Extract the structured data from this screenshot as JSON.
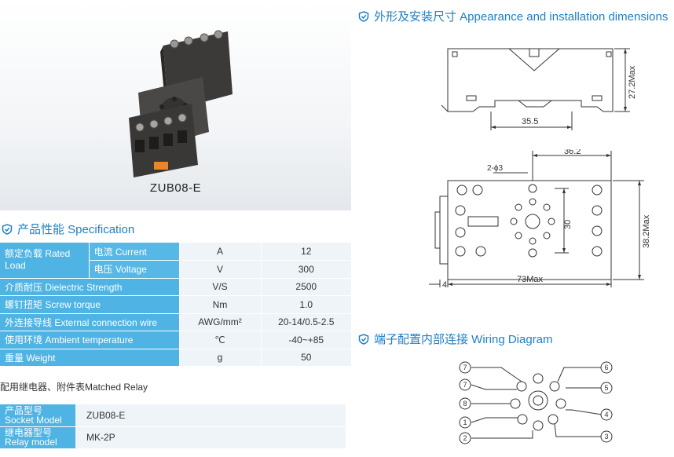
{
  "product": {
    "caption": "ZUB08-E"
  },
  "sections": {
    "specification": "产品性能 Specification",
    "dimensions": "外形及安装尺寸 Appearance and installation dimensions",
    "wiring": "端子配置内部连接 Wiring Diagram"
  },
  "spec": {
    "rated_load_label": "额定负载 Rated Load",
    "current_label": "电流 Current",
    "current_unit": "A",
    "current_value": "12",
    "voltage_label": "电压 Voltage",
    "voltage_unit": "V",
    "voltage_value": "300",
    "rows": [
      {
        "label": "介质耐压 Dielectric Strength",
        "unit": "V/S",
        "value": "2500"
      },
      {
        "label": "螺钉扭矩 Screw torque",
        "unit": "Nm",
        "value": "1.0"
      },
      {
        "label": "外连接导线 External connection wire",
        "unit": "AWG/mm²",
        "value": "20-14/0.5-2.5"
      },
      {
        "label": "使用环境 Ambient temperature",
        "unit": "℃",
        "value": "-40~+85"
      },
      {
        "label": "重量 Weight",
        "unit": "g",
        "value": "50"
      }
    ]
  },
  "matched": {
    "title": "配用继电器、附件表Matched Relay",
    "socket_label": "产品型号 Socket Model",
    "socket_value": "ZUB08-E",
    "relay_label": "继电器型号 Relay model",
    "relay_value": "MK-2P"
  },
  "dimensions": {
    "height": "27.2Max",
    "rail": "35.5",
    "offset": "36.2",
    "holes": "2-ϕ3",
    "hole_spacing": "30",
    "depth": "38.2Max",
    "width": "73Max",
    "edge": "4"
  },
  "wiring": {
    "outer_pins": [
      "7",
      "7",
      "8",
      "1",
      "2",
      "6",
      "5",
      "4",
      "3"
    ]
  },
  "colors": {
    "accent": "#1e7fc6",
    "table_blue": "#4fb3e3",
    "table_light": "#eef4f8"
  }
}
